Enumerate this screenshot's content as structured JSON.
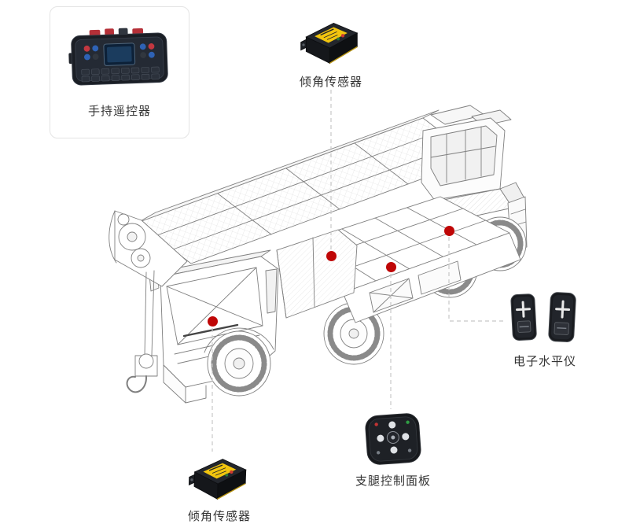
{
  "colors": {
    "marker-red": "#bf0606",
    "connector-gray": "#c7c7c7",
    "sensor-yellow": "#f2c50e",
    "label-text": "#333333",
    "callout-border": "#e4e4e4"
  },
  "components": {
    "remote": {
      "label": "手持遥控器"
    },
    "tilt_top": {
      "label": "倾角传感器"
    },
    "tilt_bottom": {
      "label": "倾角传感器"
    },
    "level": {
      "label": "电子水平仪"
    },
    "panel": {
      "label": "支腿控制面板"
    }
  },
  "marker_count": 4
}
